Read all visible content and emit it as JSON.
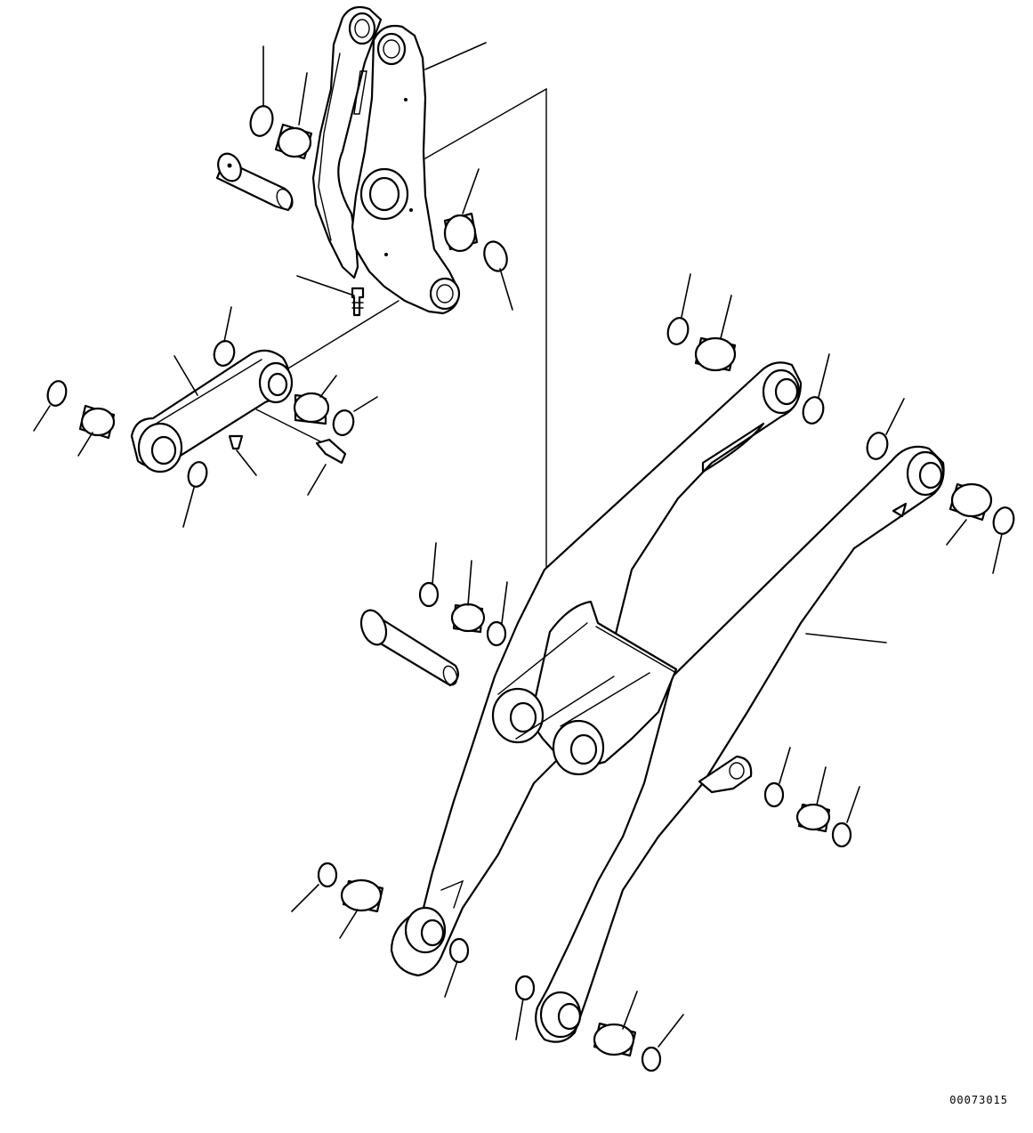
{
  "drawing": {
    "doc_number": "00073015"
  },
  "parts": [
    {
      "id": "bellcrank",
      "icon": "bellcrank-icon"
    },
    {
      "id": "link",
      "icon": "link-icon"
    },
    {
      "id": "lift-arm-left",
      "icon": "lift-arm-icon"
    },
    {
      "id": "lift-arm-right",
      "icon": "lift-arm-icon"
    },
    {
      "id": "pin",
      "icon": "pin-icon"
    },
    {
      "id": "bushing",
      "icon": "bushing-icon"
    },
    {
      "id": "o-ring",
      "icon": "o-ring-icon"
    },
    {
      "id": "grease-fitting",
      "icon": "grease-fitting-icon"
    }
  ]
}
